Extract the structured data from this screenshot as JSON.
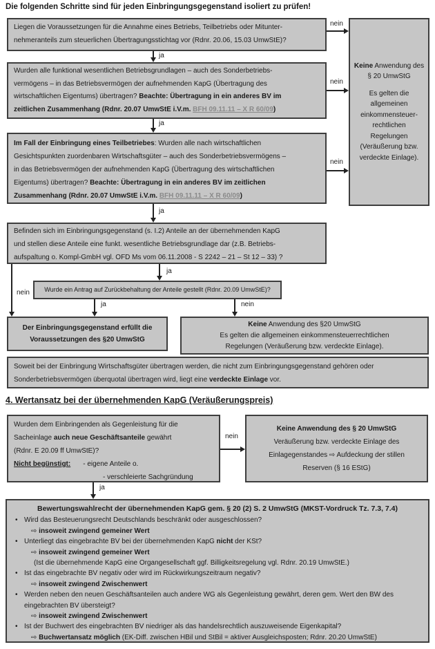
{
  "title": "Die folgenden Schritte sind für jeden Einbringungsgegenstand isoliert zu prüfen!",
  "labels": {
    "ja": "ja",
    "nein": "nein"
  },
  "colors": {
    "box_fill": "#c6c6c6",
    "box_border": "#3d3d3d",
    "link": "#8a8a8a"
  },
  "flow": {
    "box1": {
      "lines": [
        "Liegen die Voraussetzungen für die Annahme eines Betriebs, Teilbetriebs oder Mitunter-",
        "nehmeranteils zum steuerlichen Übertragungsstichtag vor (Rdnr. 20.06, 15.03 UmwStE)?"
      ]
    },
    "box2": {
      "l1": "Wurden alle funktional wesentlichen Betriebsgrundlagen – auch des Sonderbetriebs-",
      "l2": "vermögens – in das Betriebsvermögen der aufnehmenden KapG (Übertragung des",
      "l3n": "wirtschaftlichen Eigentums) übertragen? ",
      "l3b": "Beachte: Übertragung in ein anderes BV im",
      "l4b": "zeitlichen Zusammenhang (Rdnr. 20.07 UmwStE i.V.m. ",
      "l4link": "BFH 09.11.11 – X R 60/09",
      "l4close": ")"
    },
    "box3": {
      "l1b": "Im Fall der Einbringung eines Teilbetriebes",
      "l1n": ": Wurden alle nach wirtschaftlichen",
      "l2": "Gesichtspunkten zuordenbaren Wirtschaftsgüter – auch des Sonderbetriebsvermögens –",
      "l3": "in das Betriebsvermögen der aufnehmenden KapG (Übertragung des wirtschaftlichen",
      "l4n": "Eigentums) übertragen? ",
      "l4b": "Beachte: Übertragung in ein anderes BV im zeitlichen",
      "l5b": "Zusammenhang (Rdnr. 20.07 UmwStE i.V.m. ",
      "l5link": "BFH 09.11.11 – X R 60/09",
      "l5close": ")"
    },
    "sidebox": {
      "keine": "Keine",
      "rest": " Anwendung des § 20 UmwStG",
      "para2": "Es gelten die allgemeinen einkommensteuer-rechtlichen Regelungen (Veräußerung bzw. verdeckte Einlage)."
    },
    "box4": {
      "lines": [
        "Befinden sich im Einbringungsgegenstand (s. I.2) Anteile an der übernehmenden KapG",
        "und stellen diese Anteile eine funkt. wesentliche Betriebsgrundlage dar (z.B. Betriebs-",
        "aufspaltung o. Kompl-GmbH vgl. OFD Ms vom 06.11.2008 - S 2242 – 21 – St 12 – 33) ?"
      ]
    },
    "box5": {
      "text": "Wurde ein Antrag auf Zurückbehaltung der Anteile gestellt (Rdnr. 20.09 UmwStE)?"
    },
    "result_yes": {
      "lines": [
        "Der Einbringungsgegenstand erfüllt die",
        "Voraussetzungen des §20 UmwStG"
      ]
    },
    "result_no": {
      "keine": "Keine",
      "rest": " Anwendung des §20 UmwStG",
      "l2": "Es gelten die allgemeinen einkommensteuerrechtlichen",
      "l3": "Regelungen (Veräußerung bzw. verdeckte Einlage)."
    },
    "note": {
      "l1": "Soweit bei der Einbringung Wirtschaftsgüter übertragen werden, die nicht zum Einbringungsgegenstand gehören oder",
      "l2pre": "Sonderbetriebsvermögen überquotal übertragen wird, liegt eine ",
      "l2bold": "verdeckte Einlage",
      "l2post": " vor."
    }
  },
  "section4": {
    "heading": "4. Wertansatz bei der übernehmenden KapG (Veräußerungspreis)",
    "qbox": {
      "l1": "Wurden dem Einbringenden als Gegenleistung für die",
      "l2pre": "Sacheinlage ",
      "l2bold": "auch neue Geschäftsanteile",
      "l2post": " gewährt",
      "l3": "(Rdnr. E 20.09 ff UmwStE)?",
      "l4label": "Nicht begünstigt:",
      "l4item": "- eigene Anteile o.",
      "l5item": "- verschleierte Sachgründung"
    },
    "nobox": {
      "l1": "Keine Anwendung des § 20 UmwStG",
      "l2": "Veräußerung bzw. verdeckte Einlage des",
      "l3": "Einlagegenstandes ⇨ Aufdeckung der stillen",
      "l4": "Reserven (§ 16 EStG)"
    }
  },
  "wahlrecht": {
    "title": "Bewertungswahlrecht der übernehmenden KapG gem. § 20 (2) S. 2 UmwStG (MKST-Vordruck Tz. 7.3, 7.4)",
    "dot": "•",
    "arrow": "⇨",
    "bullets": [
      {
        "q": "Wird das Besteuerungsrecht Deutschlands beschränkt oder ausgeschlossen?",
        "res": "insoweit zwingend gemeiner Wert"
      },
      {
        "q_pre": "Unterliegt das eingebrachte BV bei der übernehmenden KapG ",
        "q_bold": "nicht",
        "q_post": " der KSt?",
        "res": "insoweit zwingend gemeiner Wert",
        "note": "(Ist die übernehmende KapG eine Organgesellschaft ggf. Billigkeitsregelung vgl. Rdnr. 20.19 UmwStE.)"
      },
      {
        "q": "Ist das eingebrachte BV negativ oder wird im Rückwirkungszeitraum negativ?",
        "res": "insoweit zwingend Zwischenwert"
      },
      {
        "q": "Werden neben den neuen Geschäftsanteilen auch andere WG als Gegenleistung gewährt, deren gem. Wert den BW des eingebrachten BV übersteigt?",
        "res": "insoweit zwingend Zwischenwert"
      },
      {
        "q": "Ist der Buchwert des eingebrachten BV niedriger als das handelsrechtlich auszuweisende Eigenkapital?",
        "res": "Buchwertansatz möglich",
        "res_tail": " (EK-Diff. zwischen HBil und StBil = aktiver Ausgleichsposten; Rdnr. 20.20 UmwStE)"
      }
    ]
  }
}
